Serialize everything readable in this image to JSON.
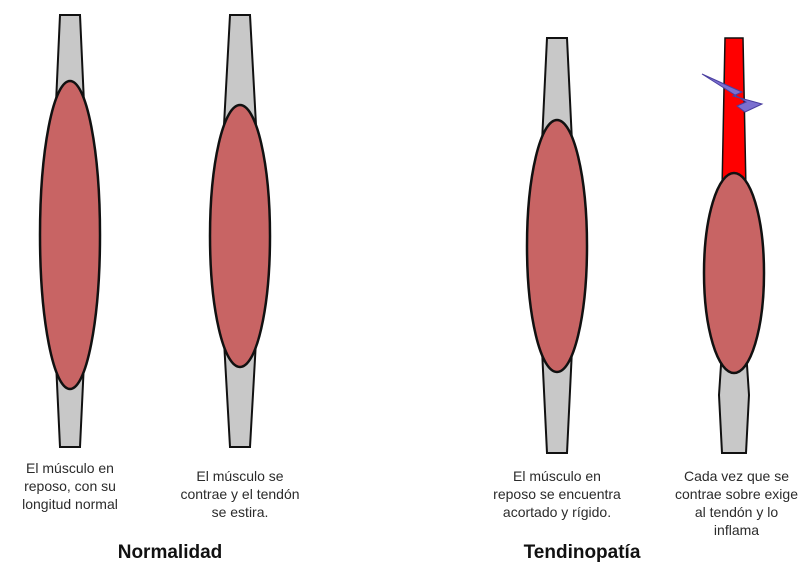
{
  "panels": [
    {
      "caption": "El músculo  en\nreposo, con su\nlongitud normal"
    },
    {
      "caption": "El músculo se\ncontrae y el tendón\nse estira."
    },
    {
      "caption": "El músculo  en\nreposo se encuentra\nacortado  y rígido."
    },
    {
      "caption": "Cada vez que se\ncontrae sobre exige\nal tendón y lo\ninflama"
    }
  ],
  "groups": [
    {
      "title": "Normalidad"
    },
    {
      "title": "Tendinopatía"
    }
  ],
  "colors": {
    "tendon_fill": "#c8c8c8",
    "muscle_fill": "#c86464",
    "inflamed_tendon_fill": "#ff0000",
    "outline": "#111111",
    "bolt_fill": "#7b6fd0"
  },
  "icons": {
    "lightning": "lightning-bolt-icon"
  }
}
